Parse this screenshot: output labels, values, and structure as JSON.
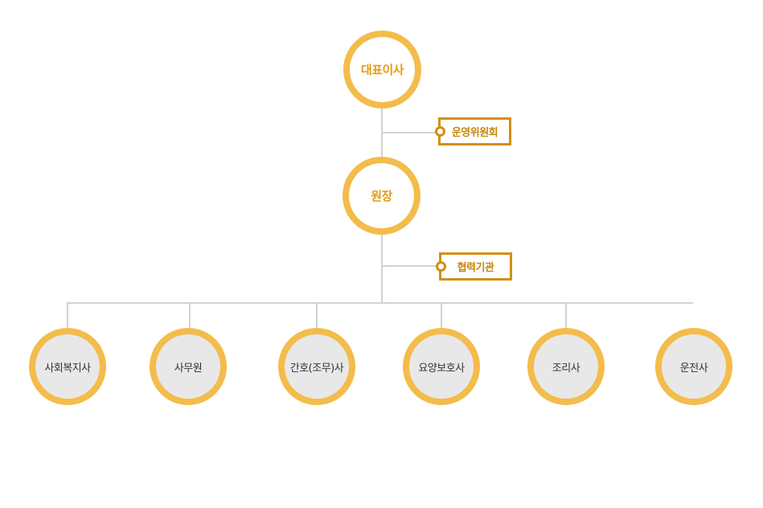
{
  "org_chart": {
    "top": {
      "ceo": "대표이사",
      "director": "원장"
    },
    "advisory": {
      "committee": "운영위원회",
      "partner": "협력기관"
    },
    "staff": [
      "사회복지사",
      "사무원",
      "간호(조무)사",
      "요양보호사",
      "조리사",
      "운전사"
    ],
    "colors": {
      "ring": "#f3bc4b",
      "accent_text": "#e79b12",
      "tag_border": "#d38f12",
      "line": "#d2d2d2",
      "staff_fill": "#e8e8e8"
    }
  }
}
